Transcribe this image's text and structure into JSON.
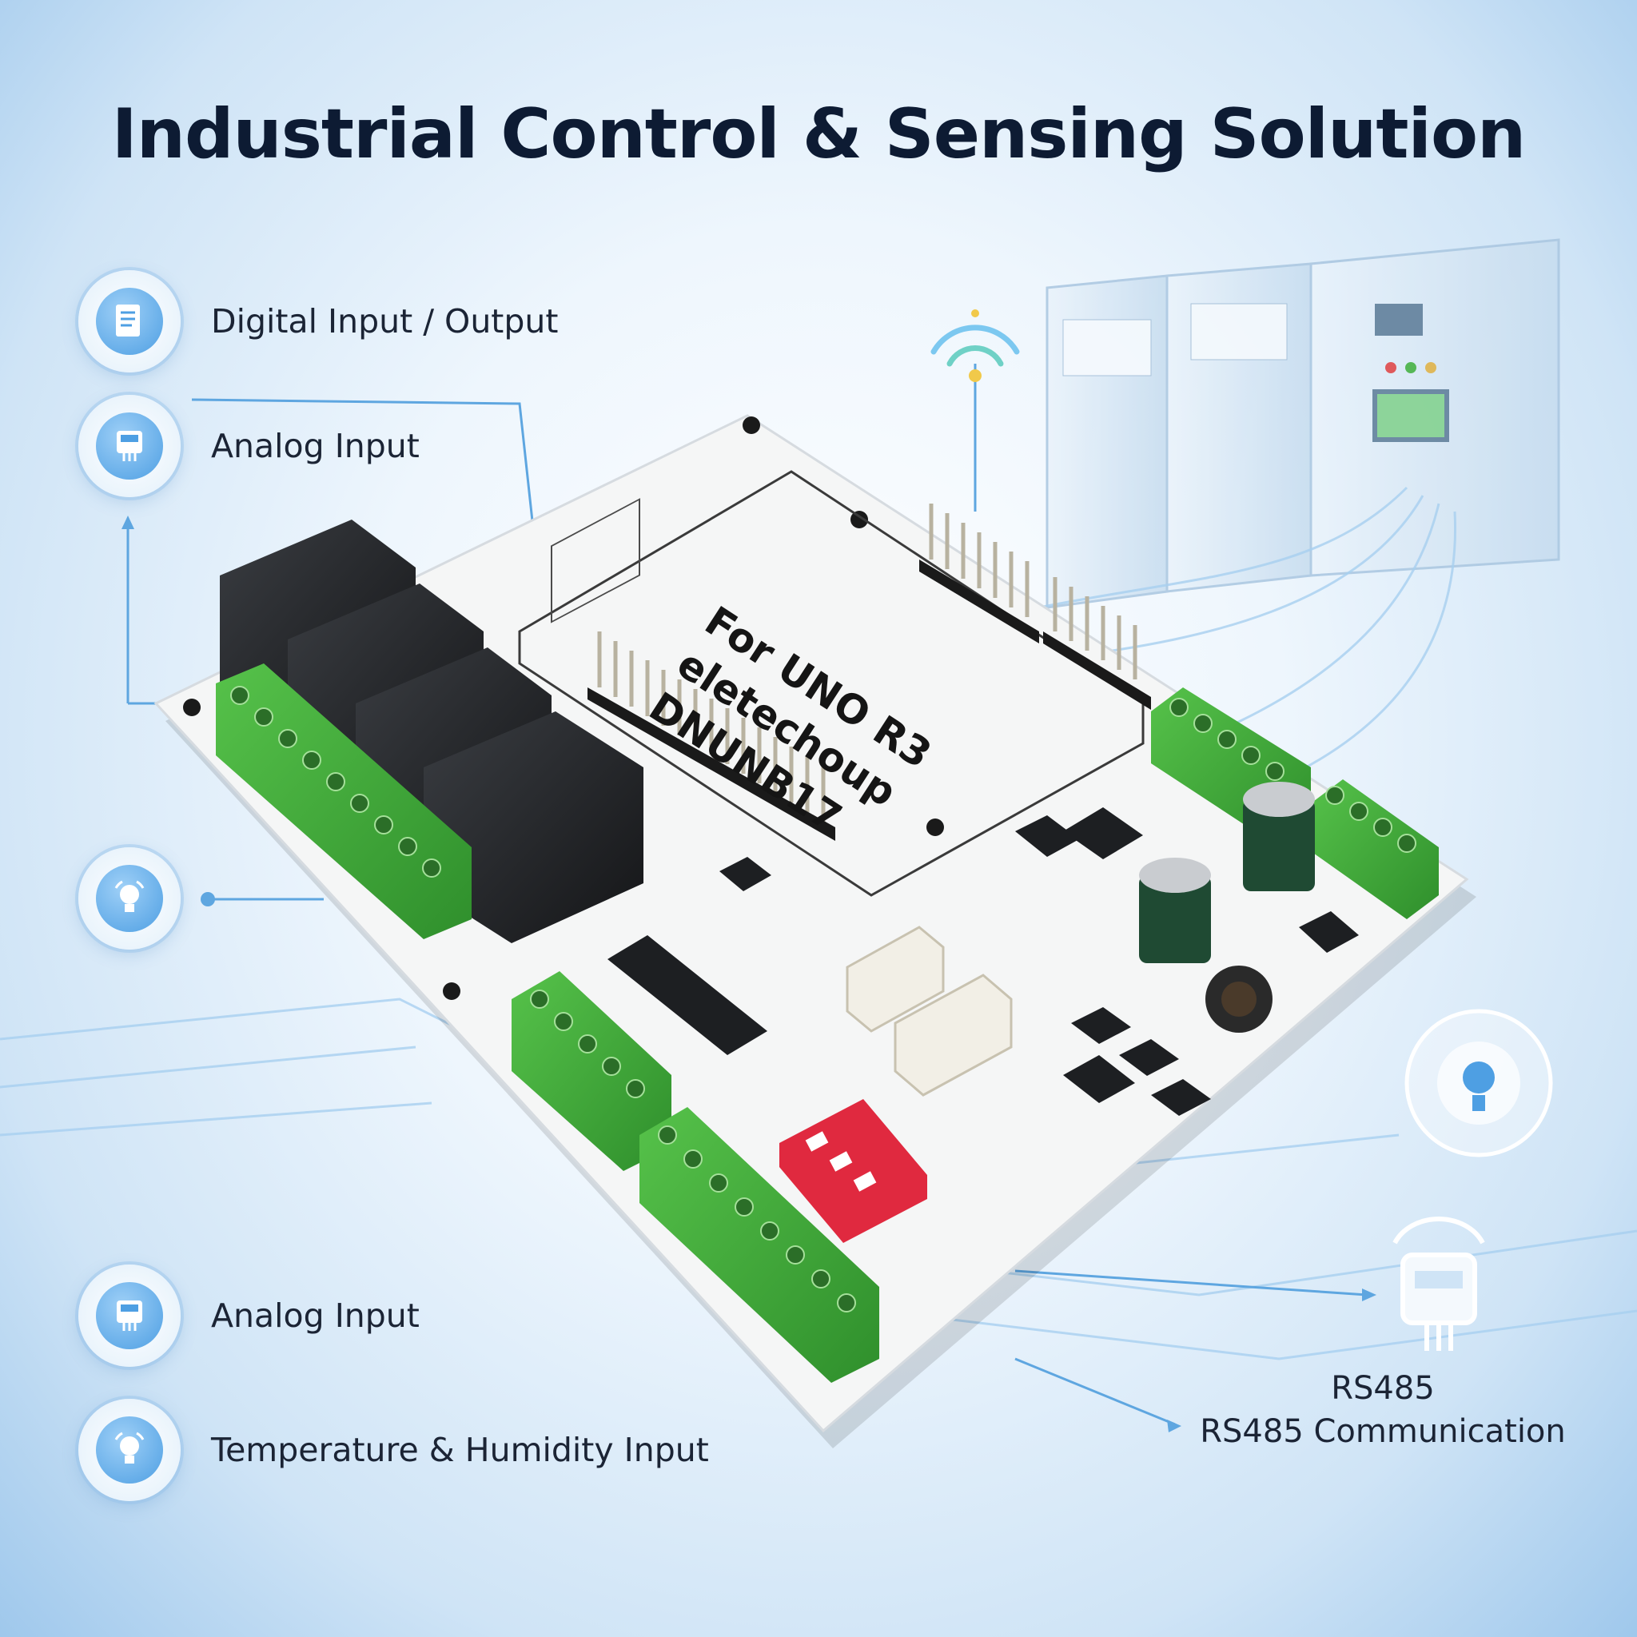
{
  "title": "Industrial Control & Sensing Solution",
  "features": {
    "digital_io": {
      "label": "Digital Input / Output",
      "icon": "document-icon"
    },
    "analog_input_top": {
      "label": "Analog Input",
      "icon": "meter-icon"
    },
    "sensor_mid": {
      "label": "",
      "icon": "bulb-sensor-icon"
    },
    "analog_input_bottom": {
      "label": "Analog Input",
      "icon": "meter-icon"
    },
    "temp_humidity": {
      "label": "Temperature & Humidity Input",
      "icon": "bulb-sensor-icon"
    }
  },
  "rs485": {
    "heading": "RS485",
    "label": "RS485 Communication"
  },
  "board": {
    "line1": "For UNO R3",
    "line2": "eletechoup",
    "line3": "DNUNB17"
  },
  "colors": {
    "accent": "#4e9fe3",
    "terminal_green": "#3fae3a",
    "relay_black": "#1d1f22",
    "dip_red": "#e0293f"
  }
}
